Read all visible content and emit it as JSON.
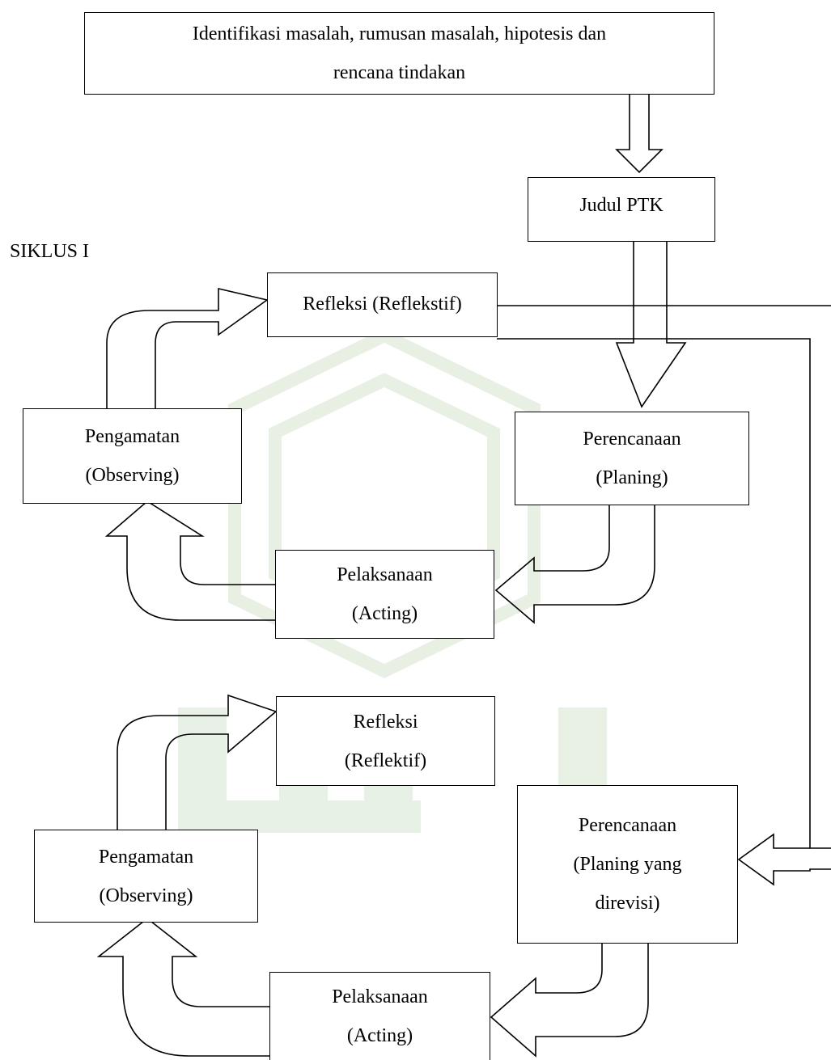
{
  "top_box": {
    "line1": "Identifikasi masalah, rumusan masalah, hipotesis dan",
    "line2": "rencana tindakan"
  },
  "judul_box": {
    "text": "Judul PTK"
  },
  "cycle1": {
    "label": "SIKLUS I",
    "refleksi": {
      "line1": "Refleksi (Reflekstif)"
    },
    "pengamatan": {
      "line1": "Pengamatan",
      "line2": "(Observing)"
    },
    "perencanaan": {
      "line1": "Perencanaan",
      "line2": "(Planing)"
    },
    "pelaksanaan": {
      "line1": "Pelaksanaan",
      "line2": "(Acting)"
    }
  },
  "cycle2": {
    "refleksi": {
      "line1": "Refleksi",
      "line2": "(Reflektif)"
    },
    "pengamatan": {
      "line1": "Pengamatan",
      "line2": "(Observing)"
    },
    "perencanaan": {
      "line1": "Perencanaan",
      "line2": "(Planing yang",
      "line3": "direvisi)"
    },
    "pelaksanaan": {
      "line1": "Pelaksanaan",
      "line2": "(Acting)"
    }
  },
  "colors": {
    "stroke": "#000000",
    "background": "#ffffff",
    "watermark": "#d9e8d4"
  }
}
